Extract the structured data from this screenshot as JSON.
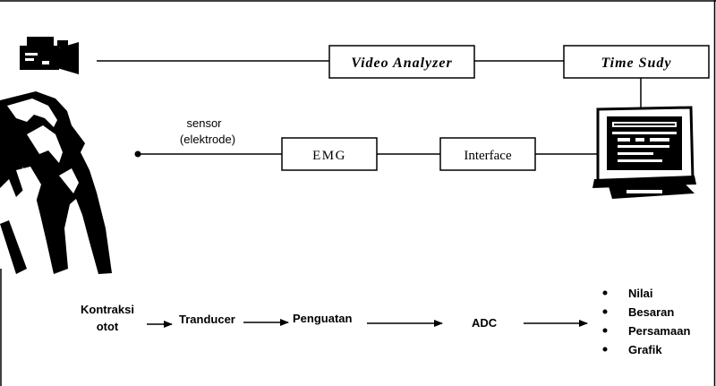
{
  "top_row": {
    "video_analyzer": "Video Analyzer",
    "time_study": "Time Sudy"
  },
  "middle_row": {
    "sensor_line1": "sensor",
    "sensor_line2": "(elektrode)",
    "emg": "EMG",
    "interface": "Interface"
  },
  "flow": {
    "kontraksi_line1": "Kontraksi",
    "kontraksi_line2": "otot",
    "tranducer": "Tranducer",
    "penguatan": "Penguatan",
    "adc": "ADC"
  },
  "outputs": [
    "Nilai",
    "Besaran",
    "Persamaan",
    "Grafik"
  ],
  "icons": [
    "video-camera-icon",
    "worker-figure-icon",
    "computer-monitor-icon"
  ],
  "colors": {
    "ink": "#000000",
    "background": "#ffffff"
  }
}
